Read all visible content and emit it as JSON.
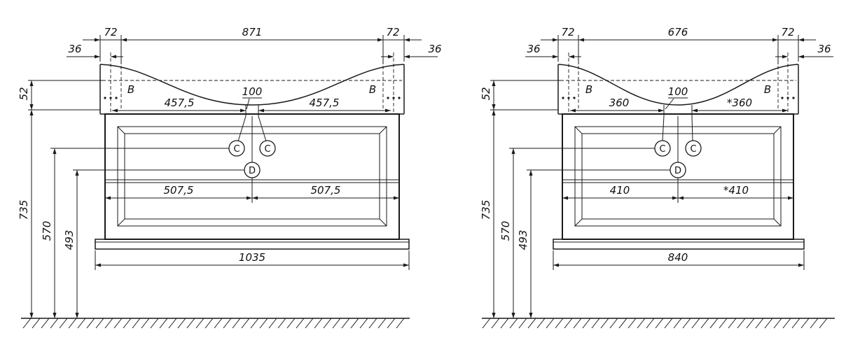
{
  "ink": "#1a1a1a",
  "left": {
    "w_edge_l": "72",
    "w_center": "871",
    "w_edge_r": "72",
    "off_l": "36",
    "off_r": "36",
    "b_l": "B",
    "b_r": "B",
    "basin_l": "457,5",
    "basin_c": "100",
    "basin_r": "457,5",
    "c1": "C",
    "c2": "C",
    "d": "D",
    "low_l": "507,5",
    "low_r": "507,5",
    "width": "1035",
    "h_top": "52",
    "h_full": "735",
    "h_c": "570",
    "h_d": "493"
  },
  "right": {
    "w_edge_l": "72",
    "w_center": "676",
    "w_edge_r": "72",
    "off_l": "36",
    "off_r": "36",
    "b_l": "B",
    "b_r": "B",
    "basin_l": "360",
    "basin_c": "100",
    "basin_r": "*360",
    "c1": "C",
    "c2": "C",
    "d": "D",
    "low_l": "410",
    "low_r": "*410",
    "width": "840",
    "h_top": "52",
    "h_full": "735",
    "h_c": "570",
    "h_d": "493"
  }
}
